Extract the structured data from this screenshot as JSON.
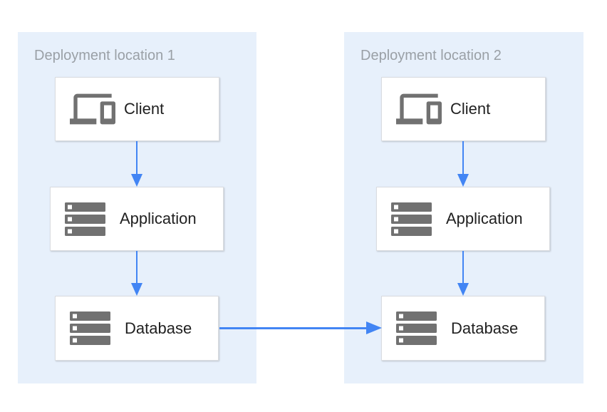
{
  "diagram": {
    "locations": [
      {
        "title": "Deployment location 1",
        "nodes": [
          {
            "label": "Client",
            "icon": "devices-icon"
          },
          {
            "label": "Application",
            "icon": "server-stack-icon"
          },
          {
            "label": "Database",
            "icon": "server-stack-icon"
          }
        ]
      },
      {
        "title": "Deployment location 2",
        "nodes": [
          {
            "label": "Client",
            "icon": "devices-icon"
          },
          {
            "label": "Application",
            "icon": "server-stack-icon"
          },
          {
            "label": "Database",
            "icon": "server-stack-icon"
          }
        ]
      }
    ],
    "connections": [
      {
        "from": "client-1",
        "to": "application-1"
      },
      {
        "from": "application-1",
        "to": "database-1"
      },
      {
        "from": "client-2",
        "to": "application-2"
      },
      {
        "from": "application-2",
        "to": "database-2"
      },
      {
        "from": "database-1",
        "to": "database-2"
      }
    ],
    "colors": {
      "panel_bg": "#e7f0fb",
      "arrow": "#4285f4",
      "icon": "#717171",
      "title_text": "#9aa0a6",
      "label_text": "#212121",
      "box_border": "#dadce0",
      "box_bg": "#ffffff"
    }
  }
}
